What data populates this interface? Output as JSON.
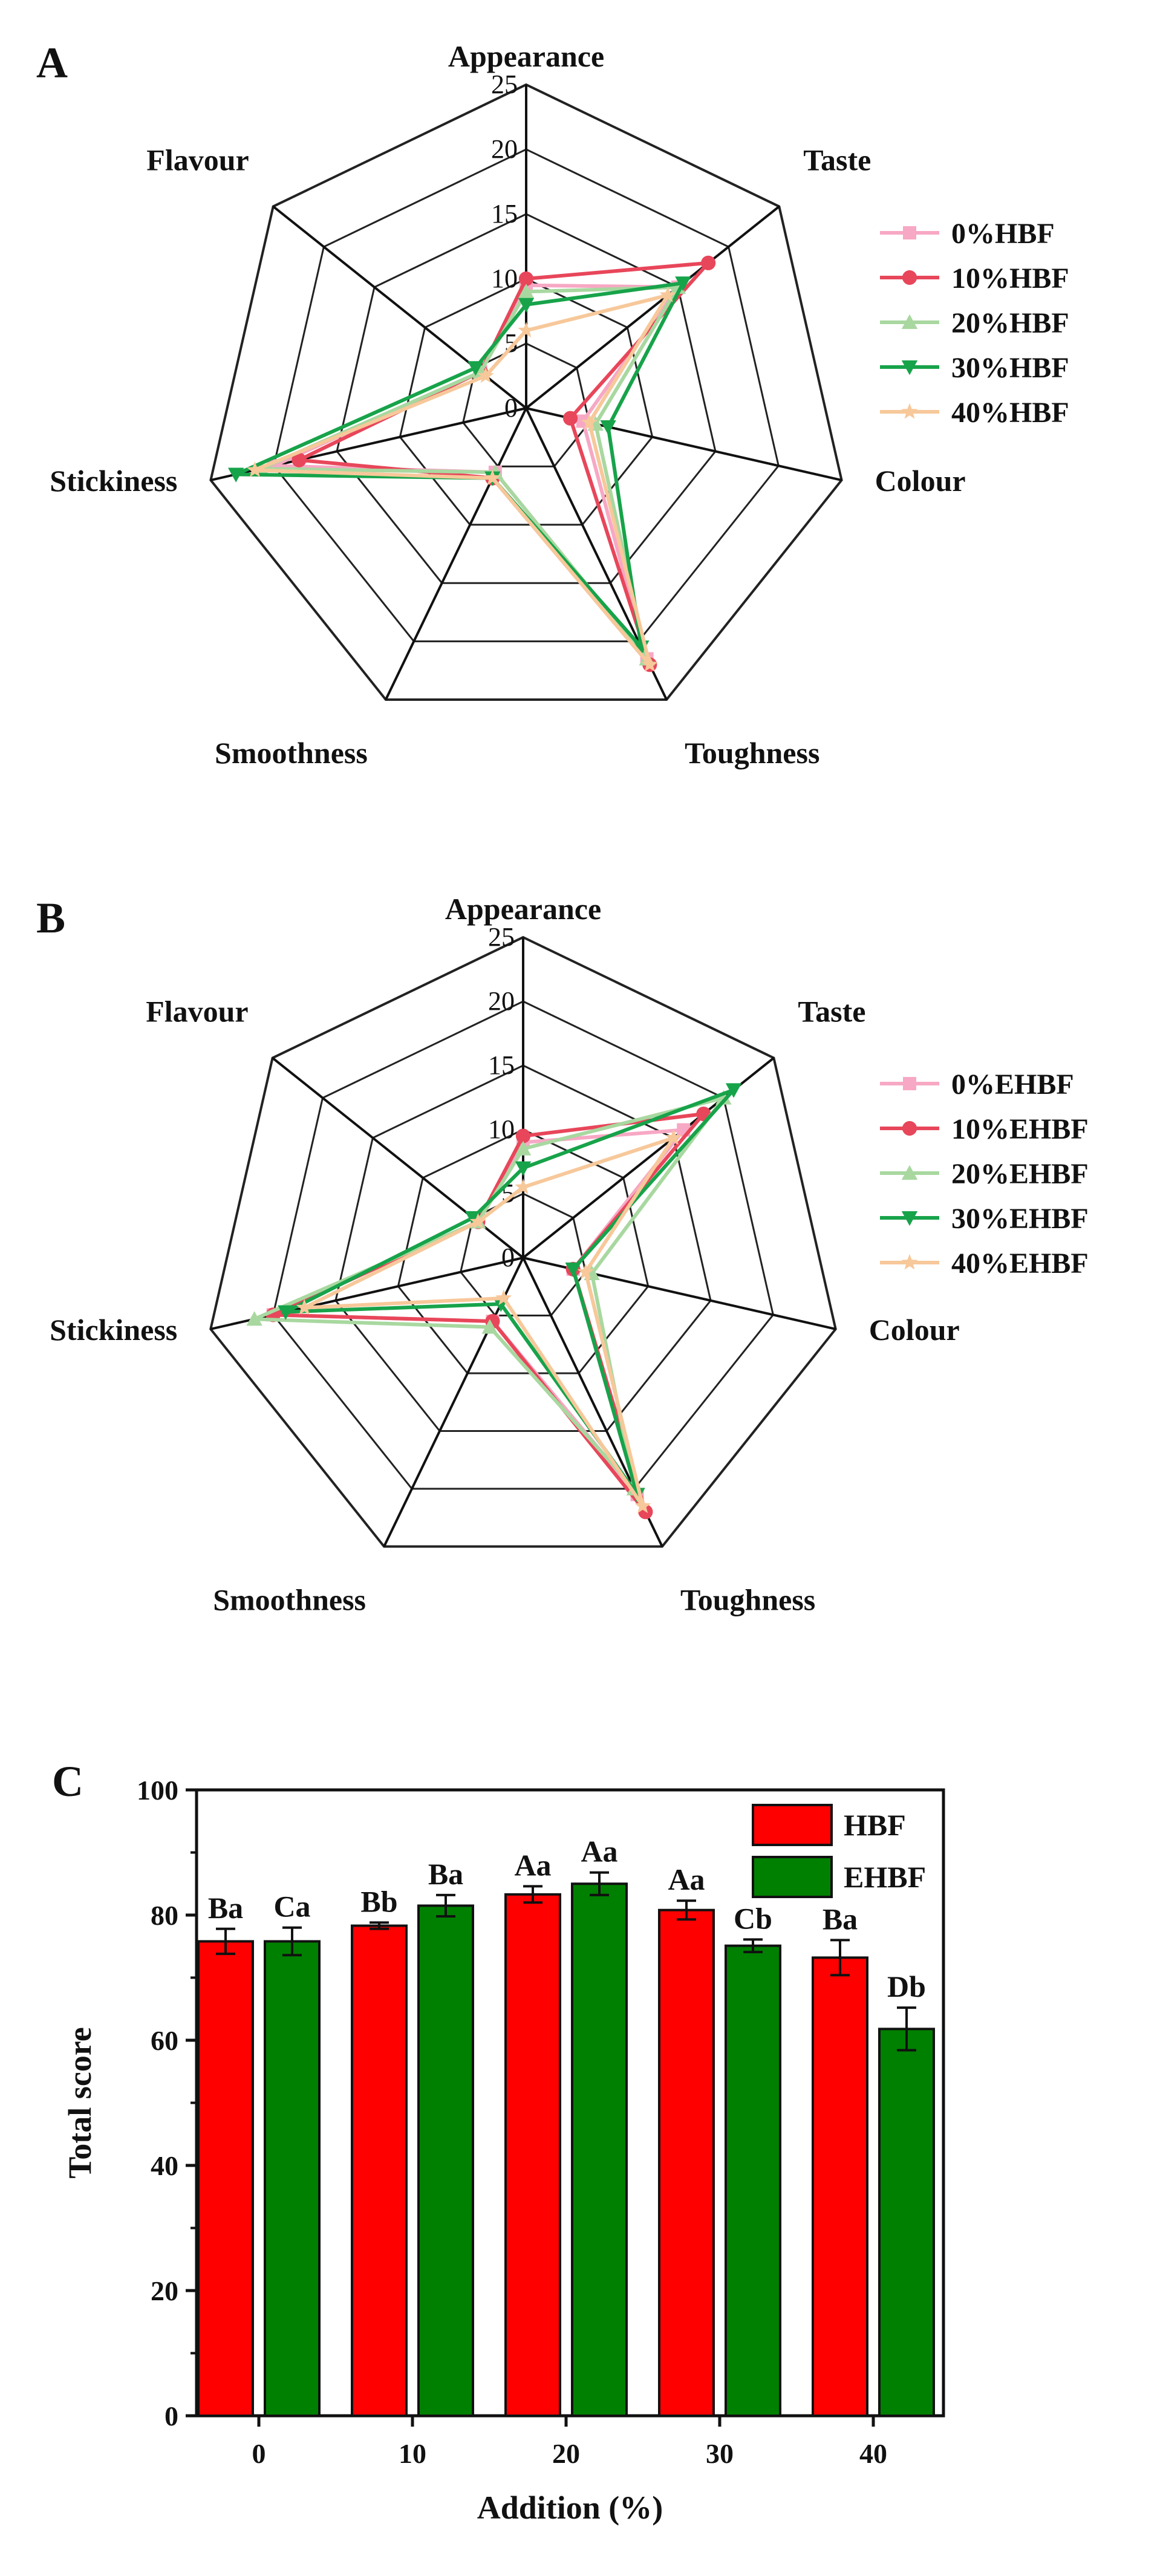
{
  "panels": {
    "A": {
      "letter": "A"
    },
    "B": {
      "letter": "B"
    },
    "C": {
      "letter": "C"
    }
  },
  "colors": {
    "series": [
      "#f7a8c4",
      "#e8465a",
      "#a8d8a0",
      "#17a34a",
      "#f7c89a"
    ],
    "hbf_bar": "#ff0000",
    "ehbf_bar": "#008000"
  },
  "chart_data": [
    {
      "type": "radar",
      "panel": "A",
      "axes": [
        "Appearance",
        "Taste",
        "Colour",
        "Toughness",
        "Smoothness",
        "Stickiness",
        "Flavour"
      ],
      "ticks": [
        "0",
        "5",
        "10",
        "15",
        "20",
        "25"
      ],
      "range": [
        0,
        25
      ],
      "legend_position": "right",
      "series": [
        {
          "name": "0%HBF",
          "marker": "square",
          "values": [
            9.5,
            15,
            4.5,
            21.5,
            5.5,
            20,
            4.5
          ]
        },
        {
          "name": "10%HBF",
          "marker": "circle",
          "values": [
            10,
            18,
            3.5,
            22,
            6,
            18,
            4.5
          ]
        },
        {
          "name": "20%HBF",
          "marker": "triangle",
          "values": [
            9,
            15,
            5.5,
            21.5,
            5.5,
            21,
            4.5
          ]
        },
        {
          "name": "30%HBF",
          "marker": "triangle-down",
          "values": [
            8,
            15.5,
            6.5,
            20.5,
            6,
            23,
            5
          ]
        },
        {
          "name": "40%HBF",
          "marker": "star",
          "values": [
            6,
            14,
            5,
            22,
            6,
            21.5,
            4
          ]
        }
      ]
    },
    {
      "type": "radar",
      "panel": "B",
      "axes": [
        "Appearance",
        "Taste",
        "Colour",
        "Toughness",
        "Smoothness",
        "Stickiness",
        "Flavour"
      ],
      "ticks": [
        "0",
        "5",
        "10",
        "15",
        "20",
        "25"
      ],
      "range": [
        0,
        25
      ],
      "legend_position": "right",
      "series": [
        {
          "name": "0%EHBF",
          "marker": "square",
          "values": [
            9,
            16,
            4,
            20.5,
            5.5,
            20,
            4.5
          ]
        },
        {
          "name": "10%EHBF",
          "marker": "circle",
          "values": [
            9.5,
            18,
            4,
            22,
            5.5,
            20,
            4.5
          ]
        },
        {
          "name": "20%EHBF",
          "marker": "triangle",
          "values": [
            8.5,
            20,
            5.5,
            20,
            6,
            21.5,
            4.5
          ]
        },
        {
          "name": "30%EHBF",
          "marker": "triangle-down",
          "values": [
            7,
            21,
            4,
            20.5,
            4,
            19,
            5
          ]
        },
        {
          "name": "40%EHBF",
          "marker": "star",
          "values": [
            5.5,
            15,
            5,
            21.5,
            3.5,
            17.5,
            4.5
          ]
        }
      ]
    },
    {
      "type": "bar",
      "panel": "C",
      "categories": [
        "0",
        "10",
        "20",
        "30",
        "40"
      ],
      "xlabel": "Addition (%)",
      "ylabel": "Total score",
      "ylim": [
        0,
        100
      ],
      "yticks": [
        "0",
        "20",
        "40",
        "60",
        "80",
        "100"
      ],
      "legend_position": "top-right",
      "series": [
        {
          "name": "HBF",
          "values": [
            75.8,
            78.3,
            83.3,
            80.8,
            73.2
          ],
          "errors": [
            2.0,
            0.5,
            1.3,
            1.5,
            2.8
          ],
          "labels": [
            "Ba",
            "Bb",
            "Aa",
            "Aa",
            "Ba"
          ]
        },
        {
          "name": "EHBF",
          "values": [
            75.8,
            81.5,
            85.0,
            75.1,
            61.8
          ],
          "errors": [
            2.2,
            1.7,
            1.8,
            1.0,
            3.4
          ],
          "labels": [
            "Ca",
            "Ba",
            "Aa",
            "Cb",
            "Db"
          ]
        }
      ]
    }
  ]
}
